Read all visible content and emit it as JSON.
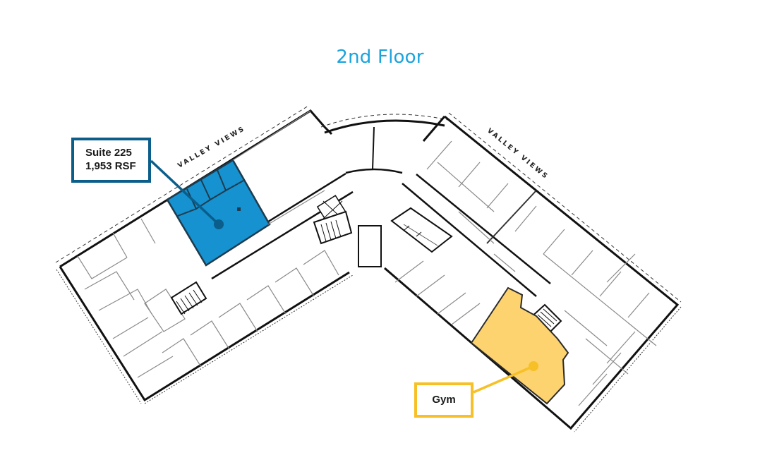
{
  "title": "2nd Floor",
  "labels": {
    "valley_views_left": "VALLEY VIEWS",
    "valley_views_right": "VALLEY VIEWS"
  },
  "callouts": {
    "suite": {
      "name": "Suite 225",
      "area": "1,953 RSF",
      "color": "#0b5d8a",
      "fill": "#1592cf"
    },
    "gym": {
      "name": "Gym",
      "color": "#f6c026",
      "fill": "#fdd36f"
    }
  },
  "colors": {
    "title": "#1aa3dc",
    "walls": "#1a1a1a",
    "partitions": "#8a8a8a"
  }
}
